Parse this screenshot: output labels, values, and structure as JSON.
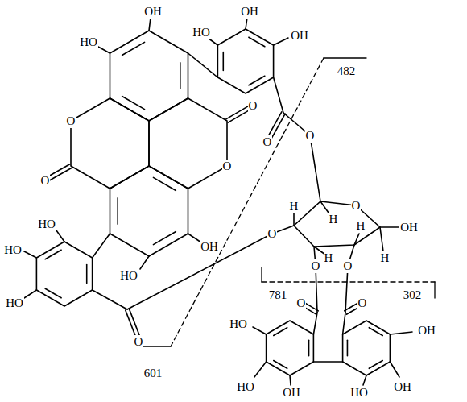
{
  "diagram": {
    "labels": [
      "OH",
      "HO",
      "HO",
      "OH",
      "OH",
      "O",
      "O",
      "O",
      "O",
      "O",
      "O",
      "482",
      "HO",
      "HO",
      "HO",
      "HO",
      "OH",
      "O",
      "O",
      "O",
      "OH",
      "H",
      "H",
      "H",
      "H",
      "H",
      "O",
      "O",
      "781",
      "302",
      "O",
      "O",
      "HO",
      "HO",
      "OH",
      "HO",
      "OH",
      "OH",
      "601"
    ]
  }
}
